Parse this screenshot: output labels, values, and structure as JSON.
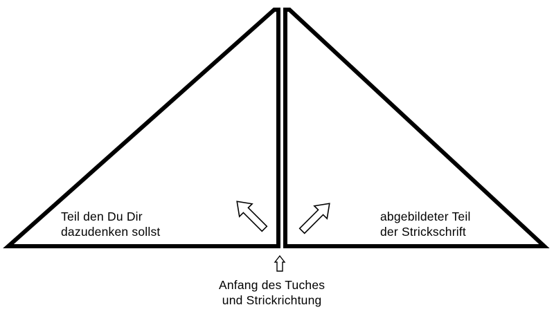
{
  "labels": {
    "left_part": [
      "Teil den Du Dir",
      "dazudenken sollst"
    ],
    "right_part": [
      "abgebildeter Teil",
      "der Strickschrift"
    ],
    "start": [
      "Anfang des Tuches",
      "und Strickrichtung"
    ]
  },
  "colors": {
    "stroke": "#000000",
    "background": "#ffffff"
  }
}
